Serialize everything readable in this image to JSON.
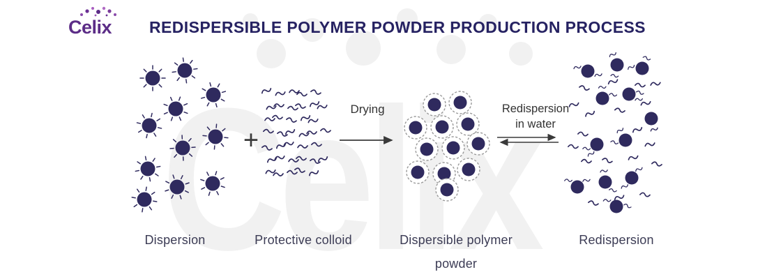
{
  "brand": {
    "logo_text": "Celix",
    "watermark_text": "Celix"
  },
  "header": {
    "title": "REDISPERSIBLE POLYMER POWDER PRODUCTION PROCESS"
  },
  "process": {
    "plus_operator": "+",
    "drying_arrow_label": "Drying",
    "redispersion_arrow_label_line1": "Redispersion",
    "redispersion_arrow_label_line2": "in water",
    "stage_labels": {
      "dispersion": "Dispersion",
      "protective_colloid": "Protective colloid",
      "powder_line1": "Dispersible polymer",
      "powder_line2": "powder",
      "redispersion": "Redispersion"
    }
  },
  "colors": {
    "particle_navy": "#2f2a5e",
    "title_navy": "#262262",
    "logo_purple": "#5c2d87",
    "coating_gray": "#999999",
    "arrow_gray": "#3a3a3a",
    "label_color": "#3c3c55",
    "watermark_gray": "#f1f1f1"
  }
}
